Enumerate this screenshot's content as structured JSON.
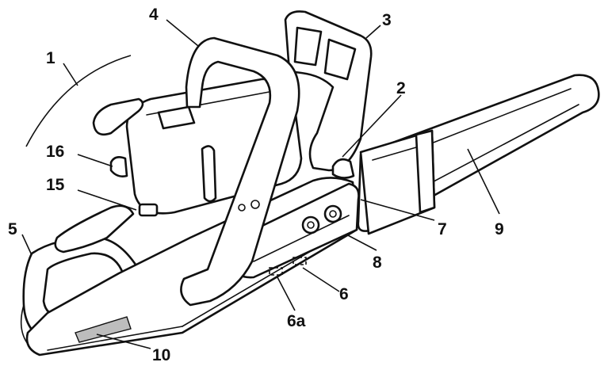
{
  "figure": {
    "callouts": [
      {
        "id": "c1",
        "text": "1"
      },
      {
        "id": "c2",
        "text": "2"
      },
      {
        "id": "c3",
        "text": "3"
      },
      {
        "id": "c4",
        "text": "4"
      },
      {
        "id": "c5",
        "text": "5"
      },
      {
        "id": "c6",
        "text": "6"
      },
      {
        "id": "c6a",
        "text": "6a"
      },
      {
        "id": "c7",
        "text": "7"
      },
      {
        "id": "c8",
        "text": "8"
      },
      {
        "id": "c9",
        "text": "9"
      },
      {
        "id": "c10",
        "text": "10"
      },
      {
        "id": "c15",
        "text": "15"
      },
      {
        "id": "c16",
        "text": "16"
      }
    ],
    "colors": {
      "ink": "#111111",
      "paper": "#ffffff",
      "plate": "#bdbdbd"
    }
  }
}
